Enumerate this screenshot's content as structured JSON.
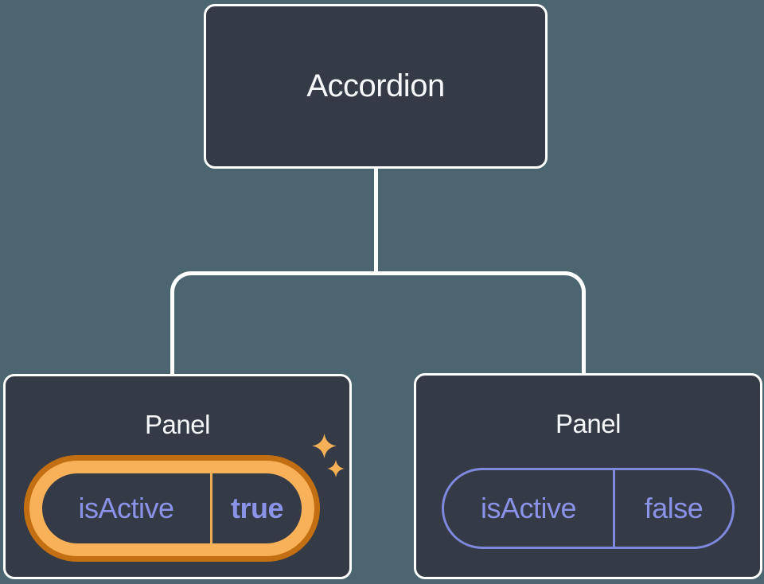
{
  "tree": {
    "root": {
      "label": "Accordion"
    },
    "panels": [
      {
        "title": "Panel",
        "prop_name": "isActive",
        "prop_value": "true",
        "highlighted": true
      },
      {
        "title": "Panel",
        "prop_name": "isActive",
        "prop_value": "false",
        "highlighted": false
      }
    ]
  },
  "colors": {
    "canvas-bg": "#4B6670",
    "node-bg": "#343A46",
    "node-border": "#FFFFFF",
    "node-text": "#F6F7F9",
    "connector": "#FFFFFF",
    "prop-purple": "#7E88DD",
    "prop-purple-text": "#8A93E8",
    "highlight-orange-dark": "#C26E12",
    "highlight-orange-light": "#F8B159",
    "highlight-divider": "#F0AC55",
    "sparkle": "#F6B157"
  }
}
